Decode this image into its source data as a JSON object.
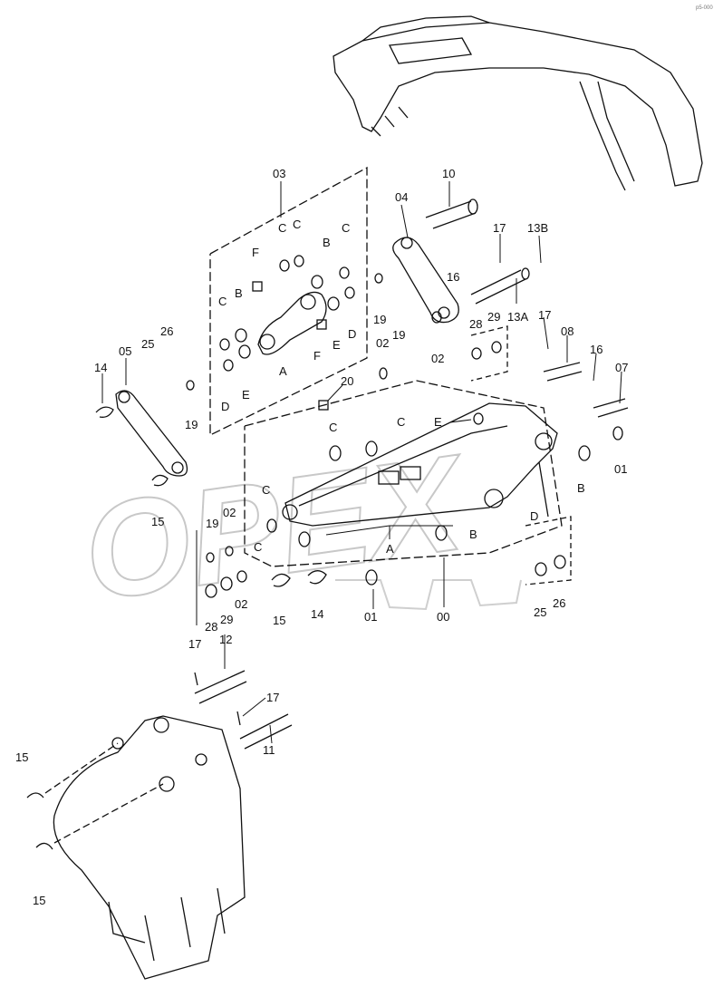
{
  "corner_code": "p5-000",
  "watermark": "OPEX",
  "labels": {
    "l03": "03",
    "l10": "10",
    "l04": "04",
    "lC1": "C",
    "lC2": "C",
    "lC3": "C",
    "lF1": "F",
    "lB1": "B",
    "l17a": "17",
    "l13B": "13B",
    "l16a": "16",
    "l13A": "13A",
    "lC4": "C",
    "lB2": "B",
    "l26a": "26",
    "l25a": "25",
    "l05": "05",
    "l14a": "14",
    "lD1": "D",
    "lE1": "E",
    "lA1": "A",
    "lF2": "F",
    "lE2": "E",
    "lD2": "D",
    "l19a": "19",
    "l19b": "19",
    "l02a": "02",
    "l02b": "02",
    "l28a": "28",
    "l29a": "29",
    "l17b": "17",
    "l08": "08",
    "l16b": "16",
    "l07": "07",
    "l20": "20",
    "l19c": "19",
    "lC5": "C",
    "lC6": "C",
    "lE3": "E",
    "l01a": "01",
    "l15a": "15",
    "lB3": "B",
    "lC7": "C",
    "l19d": "19",
    "l02c": "02",
    "lC8": "C",
    "lA2": "A",
    "lB4": "B",
    "lD3": "D",
    "l02d": "02",
    "l28b": "28",
    "l29b": "29",
    "l15b": "15",
    "l14b": "14",
    "l01b": "01",
    "l00": "00",
    "l25b": "25",
    "l26b": "26",
    "l17c": "17",
    "l12": "12",
    "l17d": "17",
    "l11": "11",
    "l15c": "15",
    "l15d": "15"
  }
}
